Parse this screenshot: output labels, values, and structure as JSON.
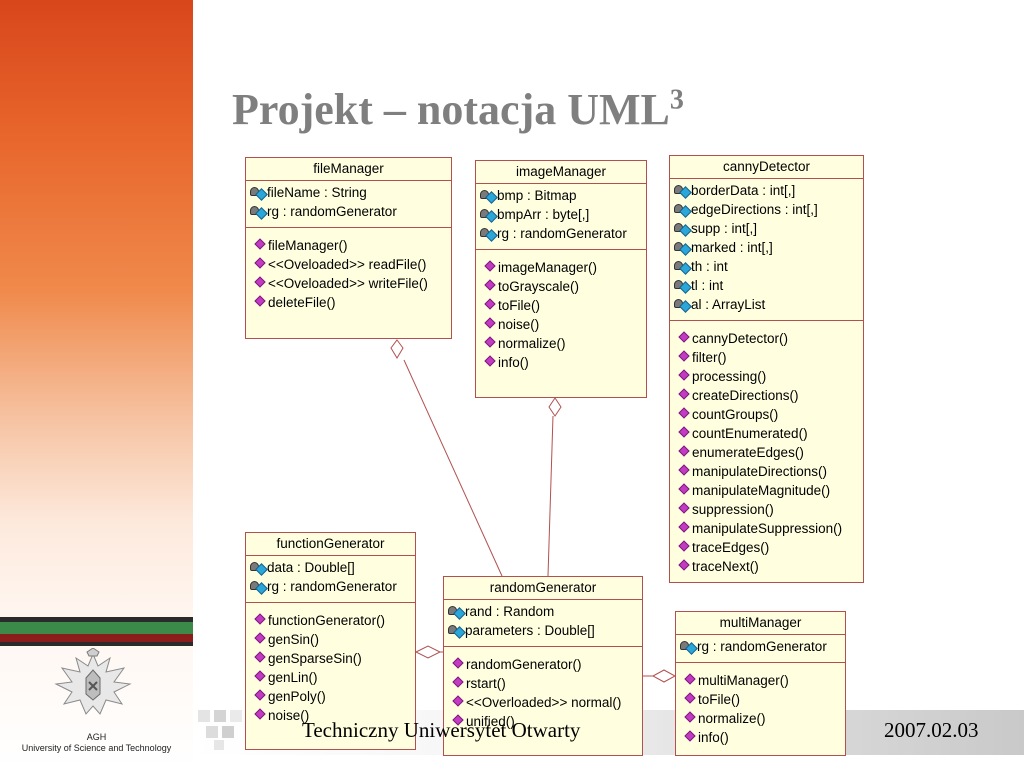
{
  "slide": {
    "title": "Projekt – notacja UML",
    "title_superscript": "3",
    "footer_center": "Techniczny Uniwersytet Otwarty",
    "footer_date": "2007.02.03",
    "logo_text_line1": "AGH",
    "logo_text_line2": "University of Science and Technology"
  },
  "colors": {
    "class_fill": "#ffffe0",
    "class_border": "#b25050",
    "title": "#7f7f7f",
    "operation_icon": "#c23bc2",
    "attribute_icon": "#2aa6d8"
  },
  "classes": {
    "fileManager": {
      "name": "fileManager",
      "attributes": [
        "fileName : String",
        "rg : randomGenerator"
      ],
      "operations": [
        "fileManager()",
        "<<Oveloaded>> readFile()",
        "<<Oveloaded>> writeFile()",
        "deleteFile()"
      ]
    },
    "imageManager": {
      "name": "imageManager",
      "attributes": [
        "bmp : Bitmap",
        "bmpArr : byte[,]",
        "rg : randomGenerator"
      ],
      "operations": [
        "imageManager()",
        "toGrayscale()",
        "toFile()",
        "noise()",
        "normalize()",
        "info()"
      ]
    },
    "cannyDetector": {
      "name": "cannyDetector",
      "attributes": [
        "borderData : int[,]",
        "edgeDirections : int[,]",
        "supp : int[,]",
        "marked : int[,]",
        "th : int",
        "tl : int",
        "al : ArrayList"
      ],
      "operations": [
        "cannyDetector()",
        "filter()",
        "processing()",
        "createDirections()",
        "countGroups()",
        "countEnumerated()",
        "enumerateEdges()",
        "manipulateDirections()",
        "manipulateMagnitude()",
        "suppression()",
        "manipulateSuppression()",
        "traceEdges()",
        "traceNext()"
      ]
    },
    "functionGenerator": {
      "name": "functionGenerator",
      "attributes": [
        "data : Double[]",
        "rg : randomGenerator"
      ],
      "operations": [
        "functionGenerator()",
        "genSin()",
        "genSparseSin()",
        "genLin()",
        "genPoly()",
        "noise()"
      ]
    },
    "randomGenerator": {
      "name": "randomGenerator",
      "attributes": [
        "rand : Random",
        "parameters : Double[]"
      ],
      "operations": [
        "randomGenerator()",
        "rstart()",
        "<<Overloaded>> normal()",
        "unified()"
      ]
    },
    "multiManager": {
      "name": "multiManager",
      "attributes": [
        "rg : randomGenerator"
      ],
      "operations": [
        "multiManager()",
        "toFile()",
        "normalize()",
        "info()"
      ]
    }
  }
}
